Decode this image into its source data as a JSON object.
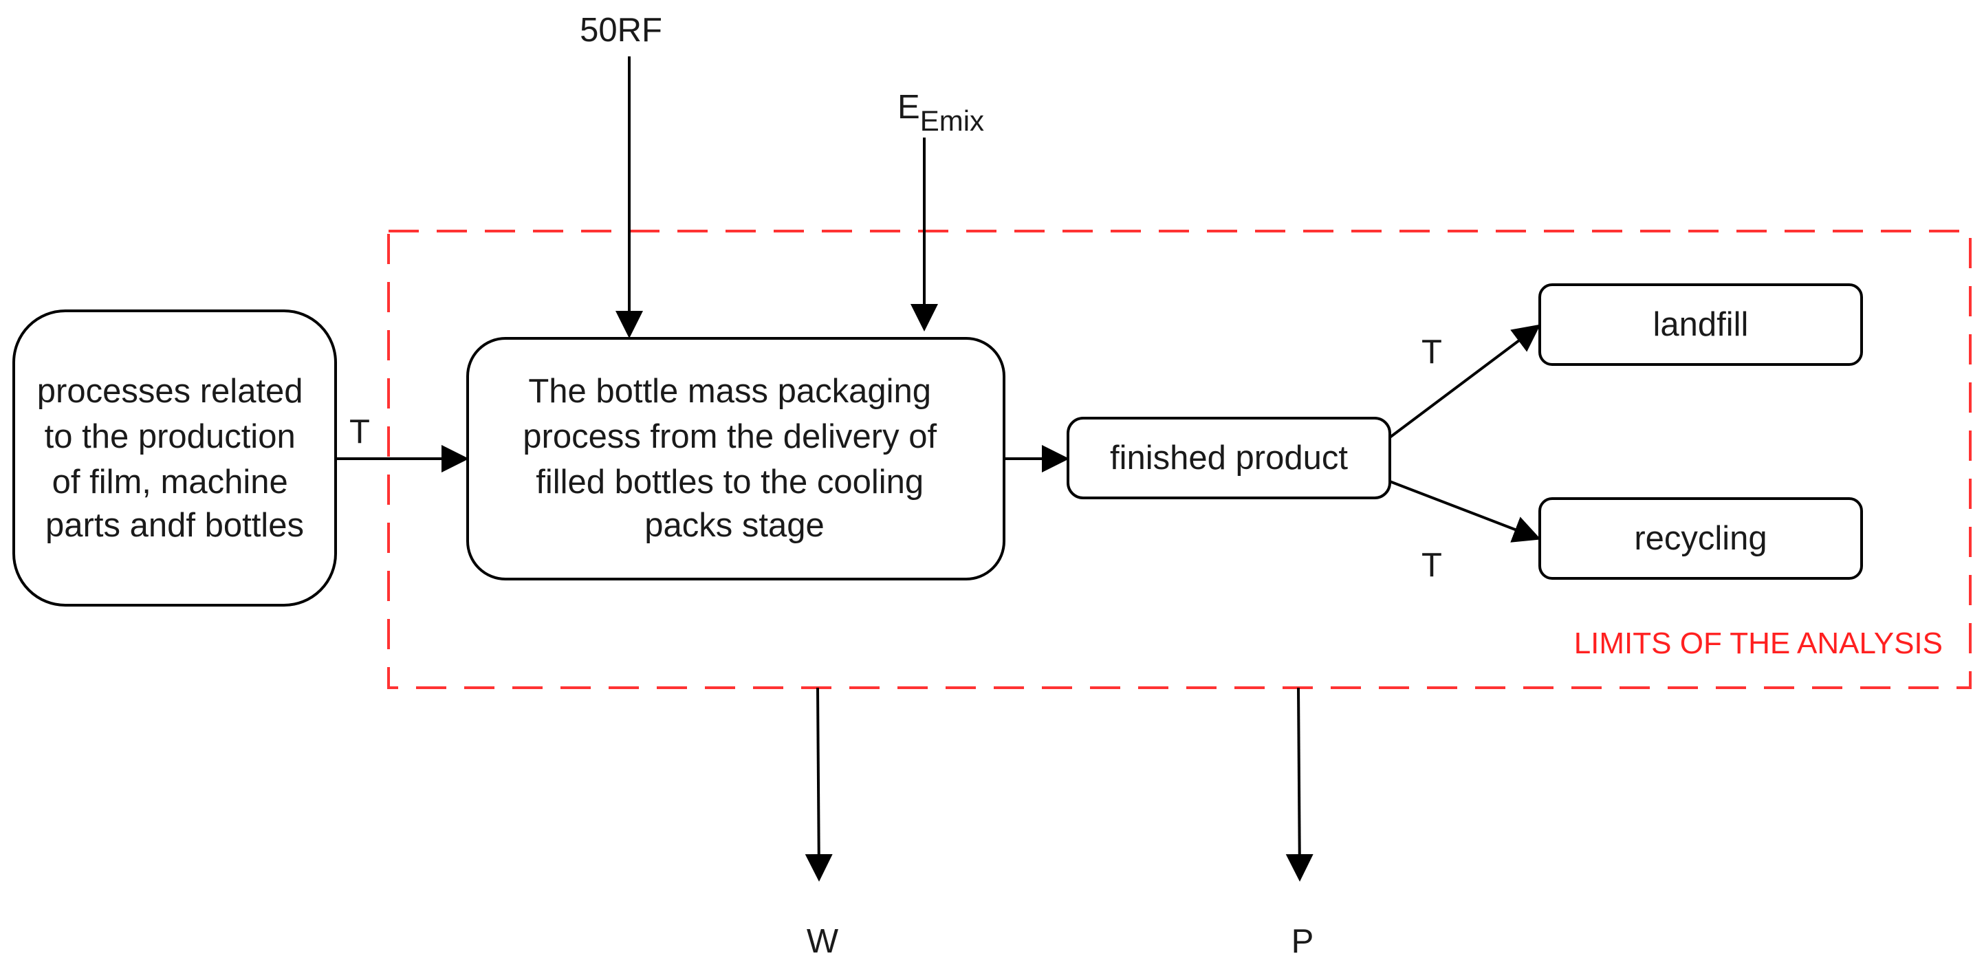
{
  "diagram": {
    "boundary": {
      "label": "LIMITS OF THE ANALYSIS",
      "color": "#ff3333"
    },
    "nodes": {
      "upstream": {
        "lines": [
          "processes related",
          "to the production",
          "of film, machine",
          "parts andf bottles"
        ]
      },
      "packaging": {
        "lines": [
          "The bottle mass packaging",
          "process from the delivery of",
          "filled bottles to the cooling",
          "packs stage"
        ]
      },
      "finished": {
        "text": "finished product"
      },
      "landfill": {
        "text": "landfill"
      },
      "recycling": {
        "text": "recycling"
      }
    },
    "inputs": {
      "rf": "50RF",
      "energy_main": "E",
      "energy_sub": "Emix"
    },
    "edge_labels": {
      "upstream_to_packaging": "T",
      "to_landfill": "T",
      "to_recycling": "T"
    },
    "outputs": {
      "waste": "W",
      "product": "P"
    }
  }
}
